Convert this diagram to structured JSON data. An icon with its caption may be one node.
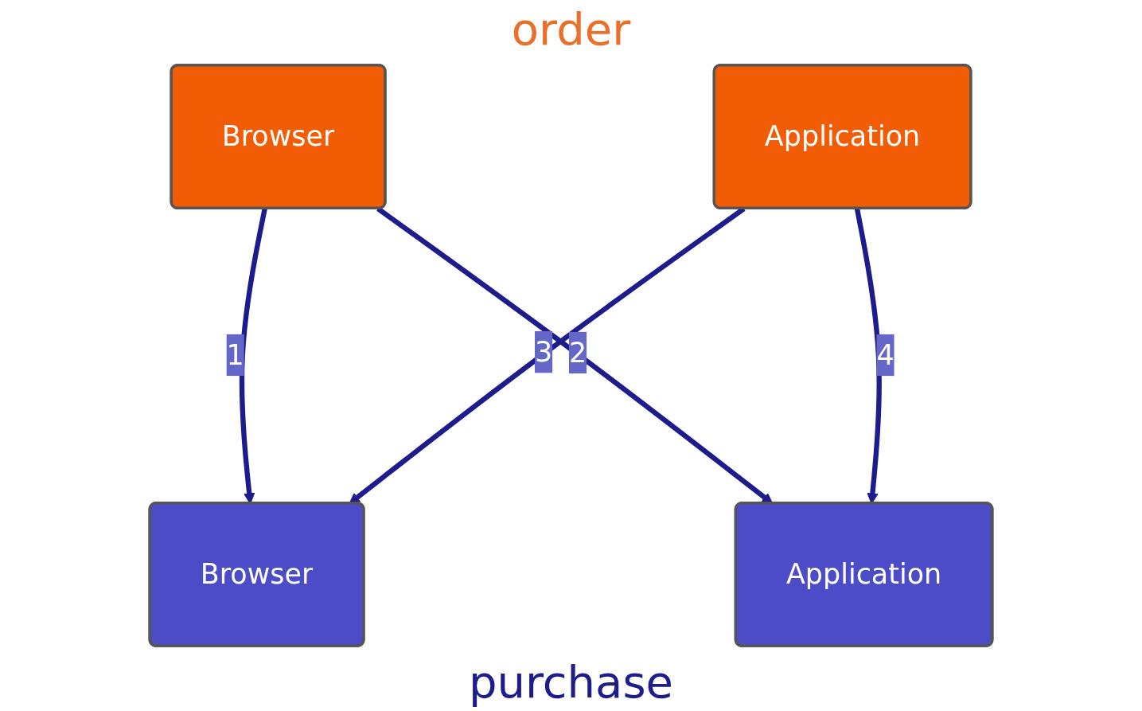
{
  "diagram": {
    "title": "order",
    "caption": "purchase",
    "nodes": [
      {
        "text": [
          "Browser"
        ]
      },
      {
        "text": [
          "Application"
        ]
      },
      {
        "text": [
          "Browser"
        ]
      },
      {
        "text": [
          "Application"
        ]
      }
    ],
    "edges": [
      {
        "from": 0,
        "to": 2,
        "arrow": "to",
        "label": "1"
      },
      {
        "from": 0,
        "to": 3,
        "arrow": "to",
        "label": "2"
      },
      {
        "from": 1,
        "to": 2,
        "arrow": "to",
        "label": "3"
      },
      {
        "from": 1,
        "to": 3,
        "arrow": "to",
        "label": "4"
      }
    ]
  }
}
